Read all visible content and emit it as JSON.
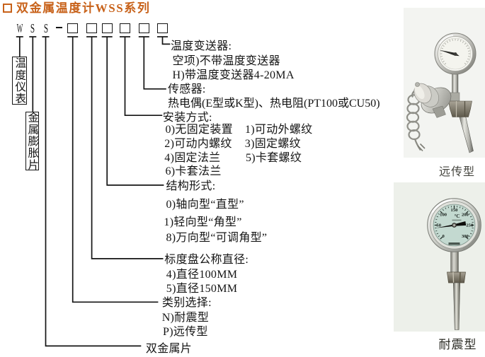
{
  "title": {
    "text": "双金属温度计WSS系列"
  },
  "model": {
    "letters": [
      "W",
      "S",
      "S"
    ],
    "dash": "-",
    "box_count": 6
  },
  "left_labels": [
    {
      "text": "温度仪表"
    },
    {
      "text": "金属膨胀片"
    }
  ],
  "legend": {
    "transmitter": {
      "heading": "温度变送器:",
      "items": [
        "空项)不带温度变送器",
        "H)带温度变送器4-20MA"
      ]
    },
    "sensor": {
      "heading": "传感器:",
      "items": [
        "热电偶(E型或K型)、热电阻(PT100或CU50)"
      ]
    },
    "mounting": {
      "heading": "安装方式:",
      "col1": [
        "0)无固定装置",
        "2)可动内螺纹",
        "4)固定法兰",
        "6)卡套法兰"
      ],
      "col2": [
        "1)可动外螺纹",
        "3)固定螺纹",
        "5)卡套螺纹"
      ]
    },
    "structure": {
      "heading": "结构形式:",
      "items": [
        "0)轴向型“直型”",
        "1)轻向型“角型”",
        "8)万向型“可调角型”"
      ]
    },
    "dial_diameter": {
      "heading": "标度盘公称直径:",
      "items": [
        "4)直径100MM",
        "5)直径150MM"
      ]
    },
    "category": {
      "heading": "类别选择:",
      "items": [
        "N)耐震型",
        "P)远传型"
      ]
    },
    "bimetal": {
      "label": "双金属片"
    }
  },
  "photos": {
    "remote": {
      "caption": "远传型"
    },
    "shockproof": {
      "caption": "耐震型",
      "dial": {
        "unit": "°C",
        "labels": [
          "0",
          "50",
          "100",
          "150",
          "200",
          "250",
          "300"
        ]
      }
    }
  },
  "colors": {
    "accent_orange": "#c8621a",
    "line": "#141414",
    "photo_bg_top": "#f3f4f1",
    "photo_bg_bottom": "#edf0ea",
    "dial_face": "#c6dad2"
  }
}
